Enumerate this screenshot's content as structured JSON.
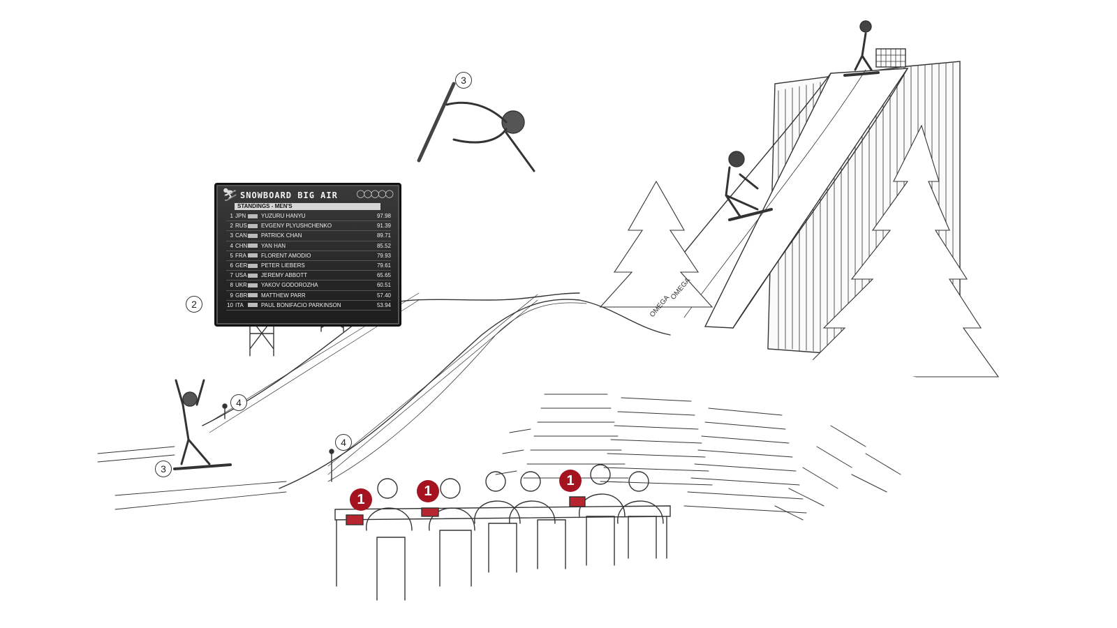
{
  "scoreboard": {
    "title": "SNOWBOARD BIG AIR",
    "subtitle": "STANDINGS - MEN'S",
    "rows": [
      {
        "rank": "1",
        "nation": "JPN",
        "name": "YUZURU HANYU",
        "score": "97.98"
      },
      {
        "rank": "2",
        "nation": "RUS",
        "name": "EVGENY PLYUSHCHENKO",
        "score": "91.39"
      },
      {
        "rank": "3",
        "nation": "CAN",
        "name": "PATRICK CHAN",
        "score": "89.71"
      },
      {
        "rank": "4",
        "nation": "CHN",
        "name": "YAN HAN",
        "score": "85.52"
      },
      {
        "rank": "5",
        "nation": "FRA",
        "name": "FLORENT AMODIO",
        "score": "79.93"
      },
      {
        "rank": "6",
        "nation": "GER",
        "name": "PETER LIEBERS",
        "score": "79.61"
      },
      {
        "rank": "7",
        "nation": "USA",
        "name": "JEREMY ABBOTT",
        "score": "65.65"
      },
      {
        "rank": "8",
        "nation": "UKR",
        "name": "YAKOV GODOROZHA",
        "score": "60.51"
      },
      {
        "rank": "9",
        "nation": "GBR",
        "name": "MATTHEW PARR",
        "score": "57.40"
      },
      {
        "rank": "10",
        "nation": "ITA",
        "name": "PAUL BONIFACIO PARKINSON",
        "score": "53.94"
      }
    ]
  },
  "callouts": {
    "judges_1a": "1",
    "judges_1b": "1",
    "judges_1c": "1",
    "scoreboard_2": "2",
    "aerial_3": "3",
    "landing_3": "3",
    "sensor_4a": "4",
    "sensor_4b": "4"
  },
  "branding": {
    "ramp_text_1": "OMEGA",
    "ramp_text_2": "OMEGA"
  },
  "colors": {
    "badge": "#a4131f",
    "ink": "#222222",
    "snow": "#ffffff"
  }
}
